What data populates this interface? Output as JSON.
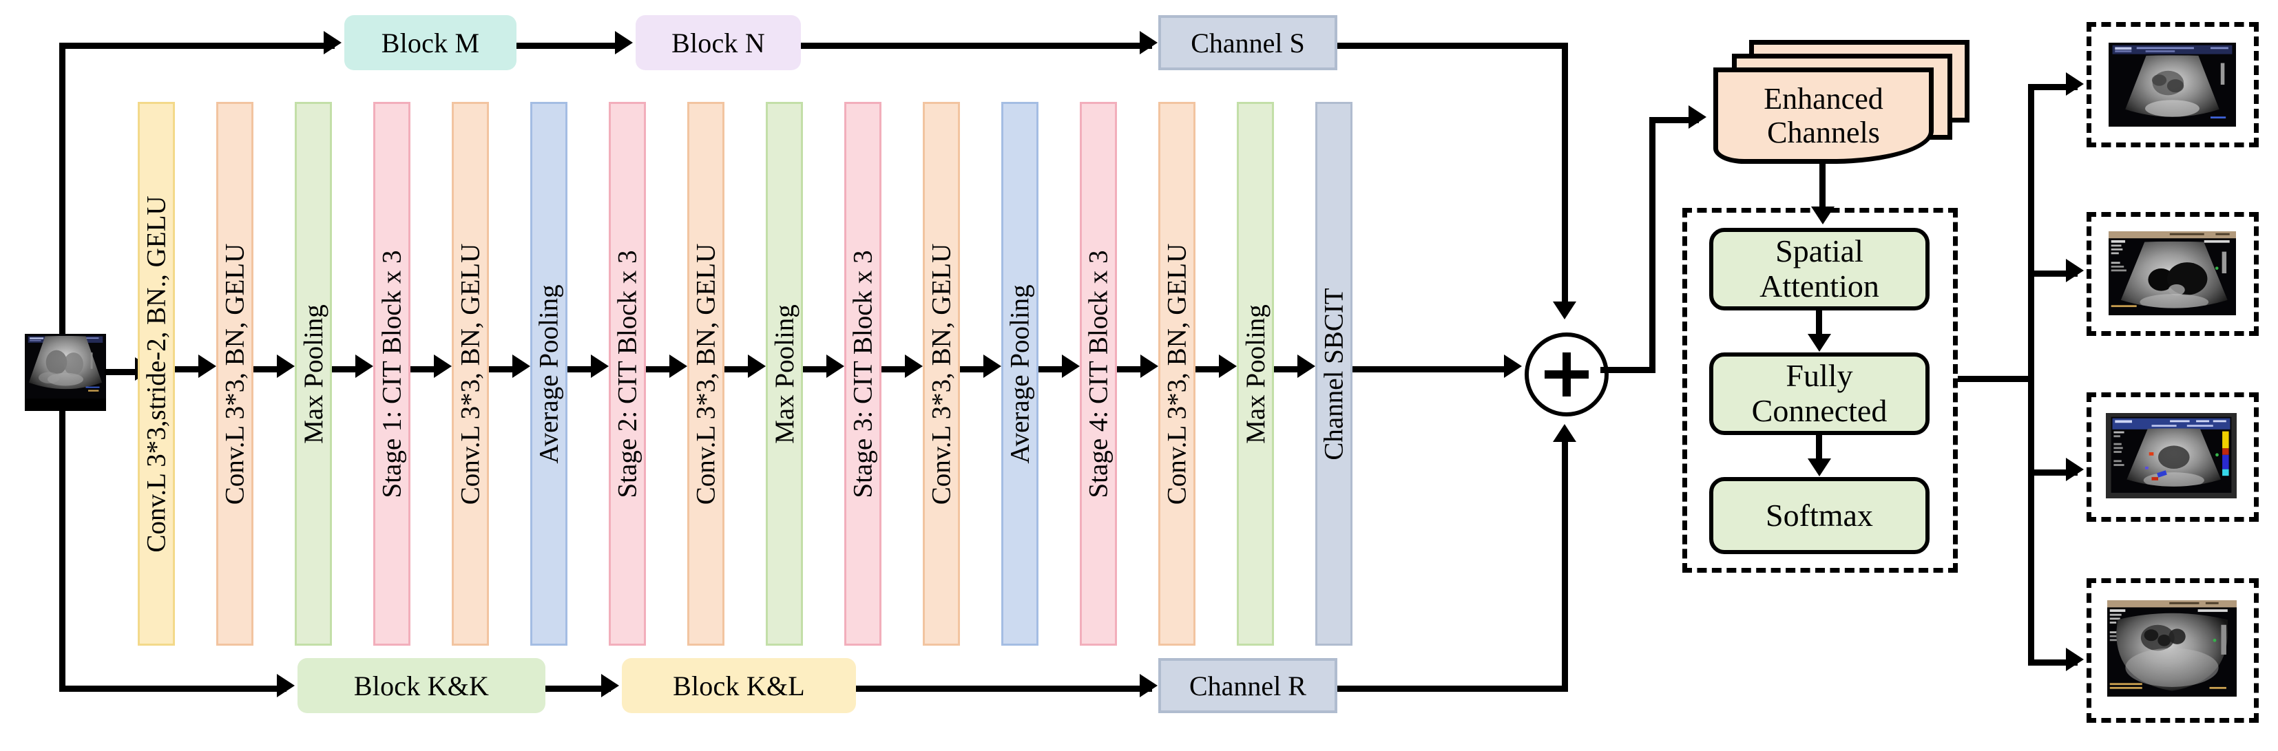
{
  "diagram": {
    "title": "CNN-Transformer hybrid network architecture with channel enhancement",
    "input": {
      "label": "input-ultrasound-image"
    },
    "top_branch": [
      {
        "label": "Block M",
        "fill": "#cdefe8",
        "shape": "rounded"
      },
      {
        "label": "Block N",
        "fill": "#f0e4f7",
        "shape": "rounded"
      },
      {
        "label": "Channel S",
        "fill": "#ced6e4",
        "shape": "rect"
      }
    ],
    "bottom_branch": [
      {
        "label": "Block K&K",
        "fill": "#ddeecf",
        "shape": "rounded"
      },
      {
        "label": "Block K&L",
        "fill": "#fdeec2",
        "shape": "rounded"
      },
      {
        "label": "Channel R",
        "fill": "#ced6e4",
        "shape": "rect"
      }
    ],
    "backbone": [
      {
        "label": "Conv.L 3*3,stride-2, BN., GELU",
        "fill": "#fdecc0",
        "border": "#f3d98a"
      },
      {
        "label": "Conv.L 3*3, BN, GELU",
        "fill": "#fbe1cd",
        "border": "#f2c4a0"
      },
      {
        "label": "Max Pooling",
        "fill": "#e2eed3",
        "border": "#c3dfa8"
      },
      {
        "label": "Stage 1: CIT Block x 3",
        "fill": "#fbd9de",
        "border": "#f2aebb"
      },
      {
        "label": "Conv.L 3*3, BN, GELU",
        "fill": "#fbe1cd",
        "border": "#f2c4a0"
      },
      {
        "label": "Average Pooling",
        "fill": "#ccdaf0",
        "border": "#a4bde3"
      },
      {
        "label": "Stage 2: CIT Block x 3",
        "fill": "#fbd9de",
        "border": "#f2aebb"
      },
      {
        "label": "Conv.L 3*3, BN, GELU",
        "fill": "#fbe1cd",
        "border": "#f2c4a0"
      },
      {
        "label": "Max Pooling",
        "fill": "#e2eed3",
        "border": "#c3dfa8"
      },
      {
        "label": "Stage 3: CIT Block x 3",
        "fill": "#fbd9de",
        "border": "#f2aebb"
      },
      {
        "label": "Conv.L 3*3, BN, GELU",
        "fill": "#fbe1cd",
        "border": "#f2c4a0"
      },
      {
        "label": "Average Pooling",
        "fill": "#ccdaf0",
        "border": "#a4bde3"
      },
      {
        "label": "Stage 4: CIT Block x 3",
        "fill": "#fbd9de",
        "border": "#f2aebb"
      },
      {
        "label": "Conv.L 3*3, BN, GELU",
        "fill": "#fbe1cd",
        "border": "#f2c4a0"
      },
      {
        "label": "Max Pooling",
        "fill": "#e2eed3",
        "border": "#c3dfa8"
      },
      {
        "label": "Channel SBCIT",
        "fill": "#ced6e4",
        "border": "#b0bccf"
      }
    ],
    "sum_node": {
      "symbol": "+",
      "name": "element-wise-addition"
    },
    "enhanced_channels": {
      "label": "Enhanced\nChannels",
      "line1": "Enhanced",
      "line2": "Channels",
      "fill": "#fbe1cd",
      "stack_count": 3
    },
    "attention_module": {
      "boxes": [
        {
          "label": "Spatial\nAttention",
          "line1": "Spatial",
          "line2": "Attention",
          "fill": "#e2eed3"
        },
        {
          "label": "Fully\nConnected",
          "line1": "Fully",
          "line2": "Connected",
          "fill": "#e2eed3"
        },
        {
          "label": "Softmax",
          "line1": "Softmax",
          "line2": "",
          "fill": "#e2eed3"
        }
      ]
    },
    "outputs": [
      {
        "name": "output-ultrasound-1",
        "type": "grayscale-dark"
      },
      {
        "name": "output-ultrasound-2",
        "type": "grayscale-tan-header"
      },
      {
        "name": "output-ultrasound-3",
        "type": "color-doppler"
      },
      {
        "name": "output-ultrasound-4",
        "type": "grayscale-wide"
      }
    ],
    "colors": {
      "line": "#000000",
      "channel_box": "#ced6e4",
      "green": "#e2eed3",
      "peach": "#fbe1cd",
      "pink": "#fbd9de",
      "blue": "#ccdaf0",
      "yellow": "#fdecc0",
      "mint": "#cdefe8",
      "lavender": "#f0e4f7"
    }
  }
}
